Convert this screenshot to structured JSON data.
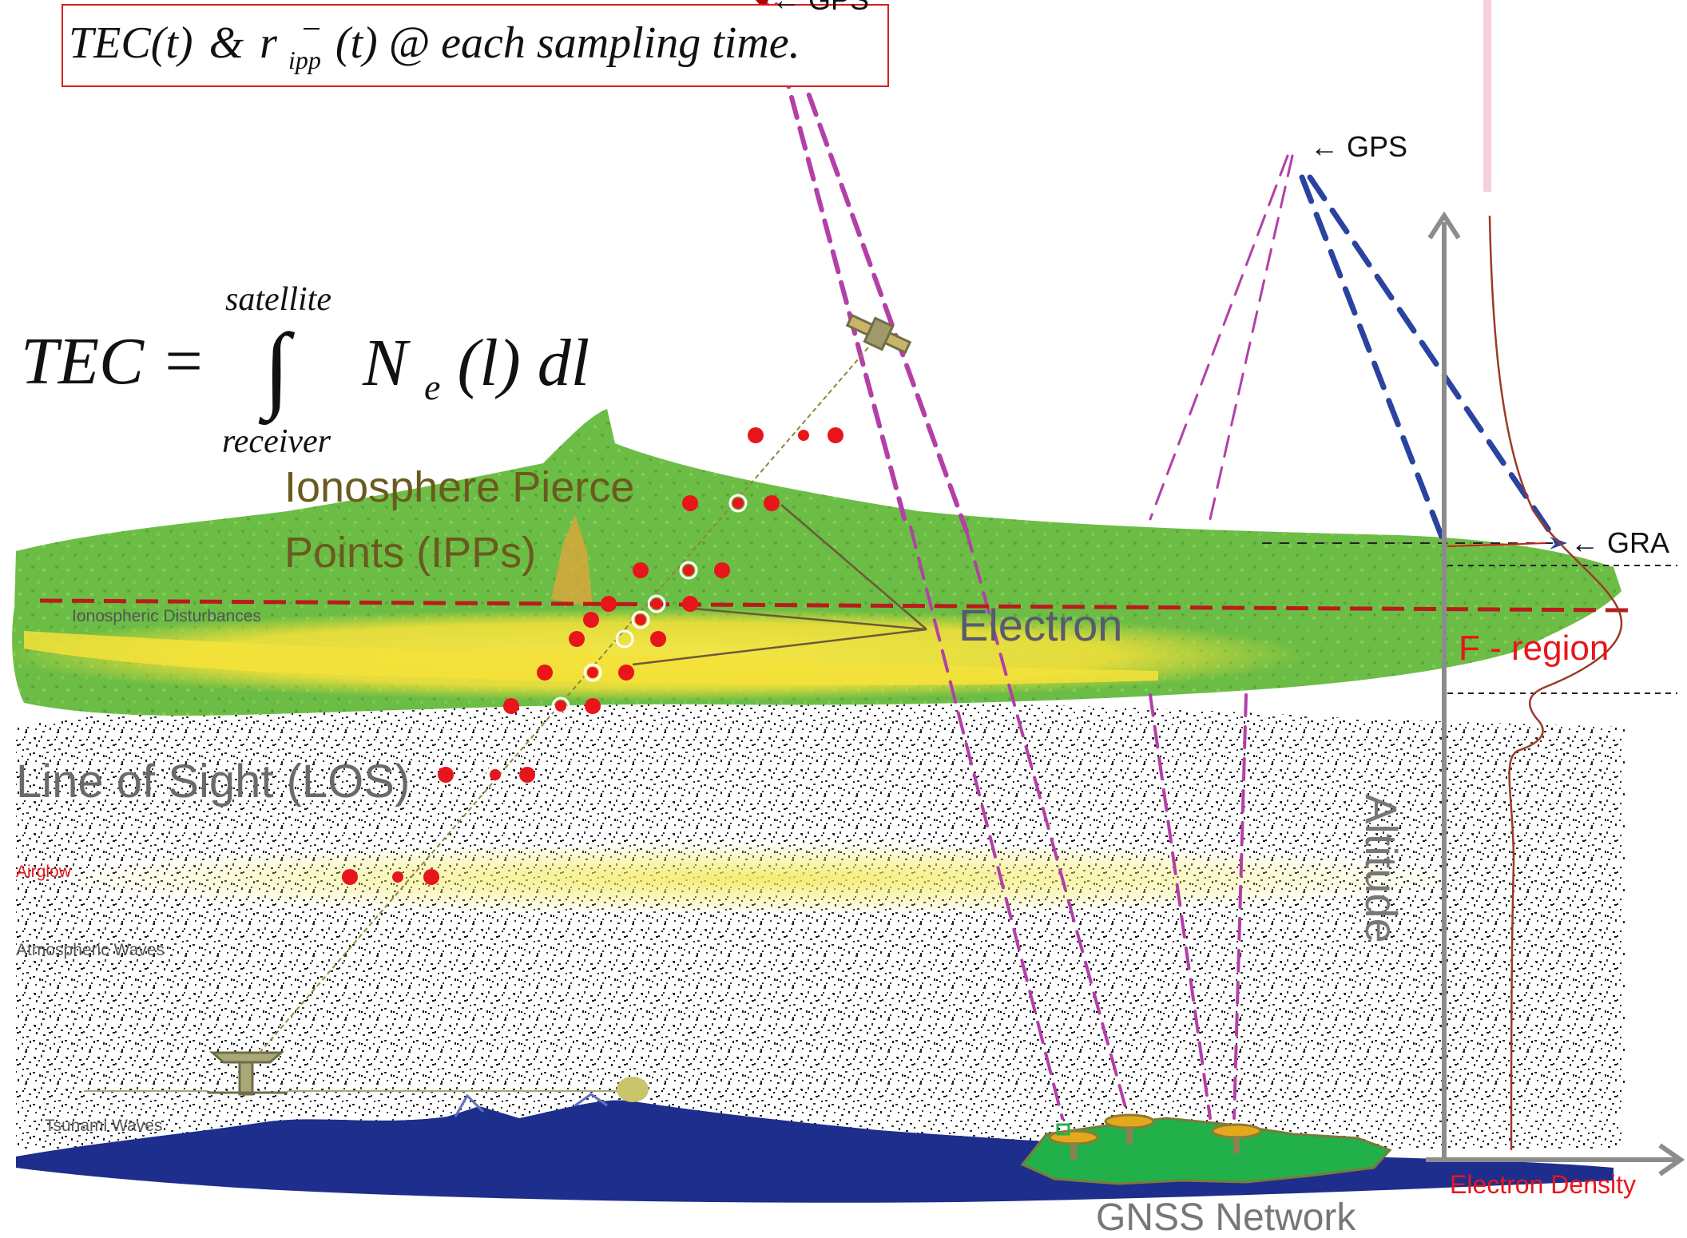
{
  "equation_box": {
    "text_tec": "TEC(t)",
    "text_amp": "&",
    "text_r": "r",
    "text_sub": "ipp",
    "text_rest": "(t) @ each sampling time."
  },
  "integral": {
    "lhs": "TEC =",
    "upper": "satellite",
    "lower": "receiver",
    "integrand": "N",
    "integrand_sub": "e",
    "integrand_rest": "(l) dl"
  },
  "labels": {
    "ipp_line1": "Ionosphere Pierce",
    "ipp_line2": "Points  (IPPs)",
    "electron": "Electron",
    "f_region": "F - region",
    "los": "Line of Sight (LOS)",
    "altitude": "Altitude",
    "electron_density": "Electron Density",
    "gnss_network": "GNSS Network",
    "ionospheric_disturbances": "Ionospheric Disturbances",
    "airglow": "Airglow",
    "atmospheric_waves": "Atmospheric Waves",
    "tsunami_waves": "Tsunami Waves",
    "gps_top": "← GPS",
    "gps_right": "← GPS",
    "gra": "← GRA"
  },
  "colors": {
    "ionosphere_green": "#6cbd45",
    "disturbance_yellow": "#f2e33a",
    "ocean_blue": "#1d2e8c",
    "electron_red": "#e8151b",
    "los_purple": "#b43fa8",
    "los_blue": "#2a43a0",
    "f_region_red": "#e8151b",
    "density_curve": "#9b3a2a",
    "axis_gray": "#8c8c8c"
  }
}
